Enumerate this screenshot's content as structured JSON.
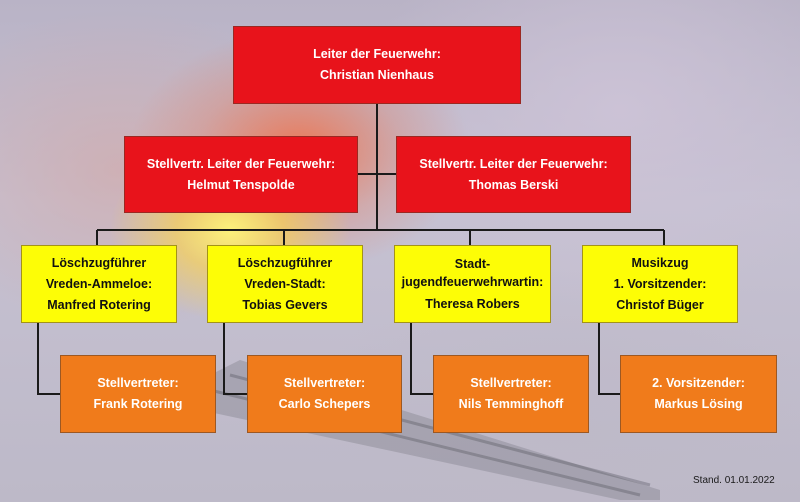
{
  "leader": {
    "role": "Leiter der Feuerwehr:",
    "name": "Christian Nienhaus"
  },
  "deputies": [
    {
      "role": "Stellvertr. Leiter der Feuerwehr:",
      "name": "Helmut Tenspolde"
    },
    {
      "role": "Stellvertr. Leiter der Feuerwehr:",
      "name": "Thomas Berski"
    }
  ],
  "units": [
    {
      "lines": [
        "Löschzugführer",
        "Vreden-Ammeloe:",
        "Manfred Rotering"
      ],
      "sub": {
        "role": "Stellvertreter:",
        "name": "Frank Rotering"
      }
    },
    {
      "lines": [
        "Löschzugführer",
        "Vreden-Stadt:",
        "Tobias Gevers"
      ],
      "sub": {
        "role": "Stellvertreter:",
        "name": "Carlo Schepers"
      }
    },
    {
      "lines": [
        "Stadt-",
        "jugendfeuerwehrwartin:",
        "Theresa Robers"
      ],
      "sub": {
        "role": "Stellvertreter:",
        "name": "Nils Temminghoff"
      }
    },
    {
      "lines": [
        "Musikzug",
        "1. Vorsitzender:",
        "Christof Büger"
      ],
      "sub": {
        "role": "2. Vorsitzender:",
        "name": "Markus Lösing"
      }
    }
  ],
  "footer": "Stand. 01.01.2022",
  "colors": {
    "red": "#e8131b",
    "yellow": "#fdfd06",
    "orange": "#f07b1b",
    "line": "#1a1a1a"
  }
}
